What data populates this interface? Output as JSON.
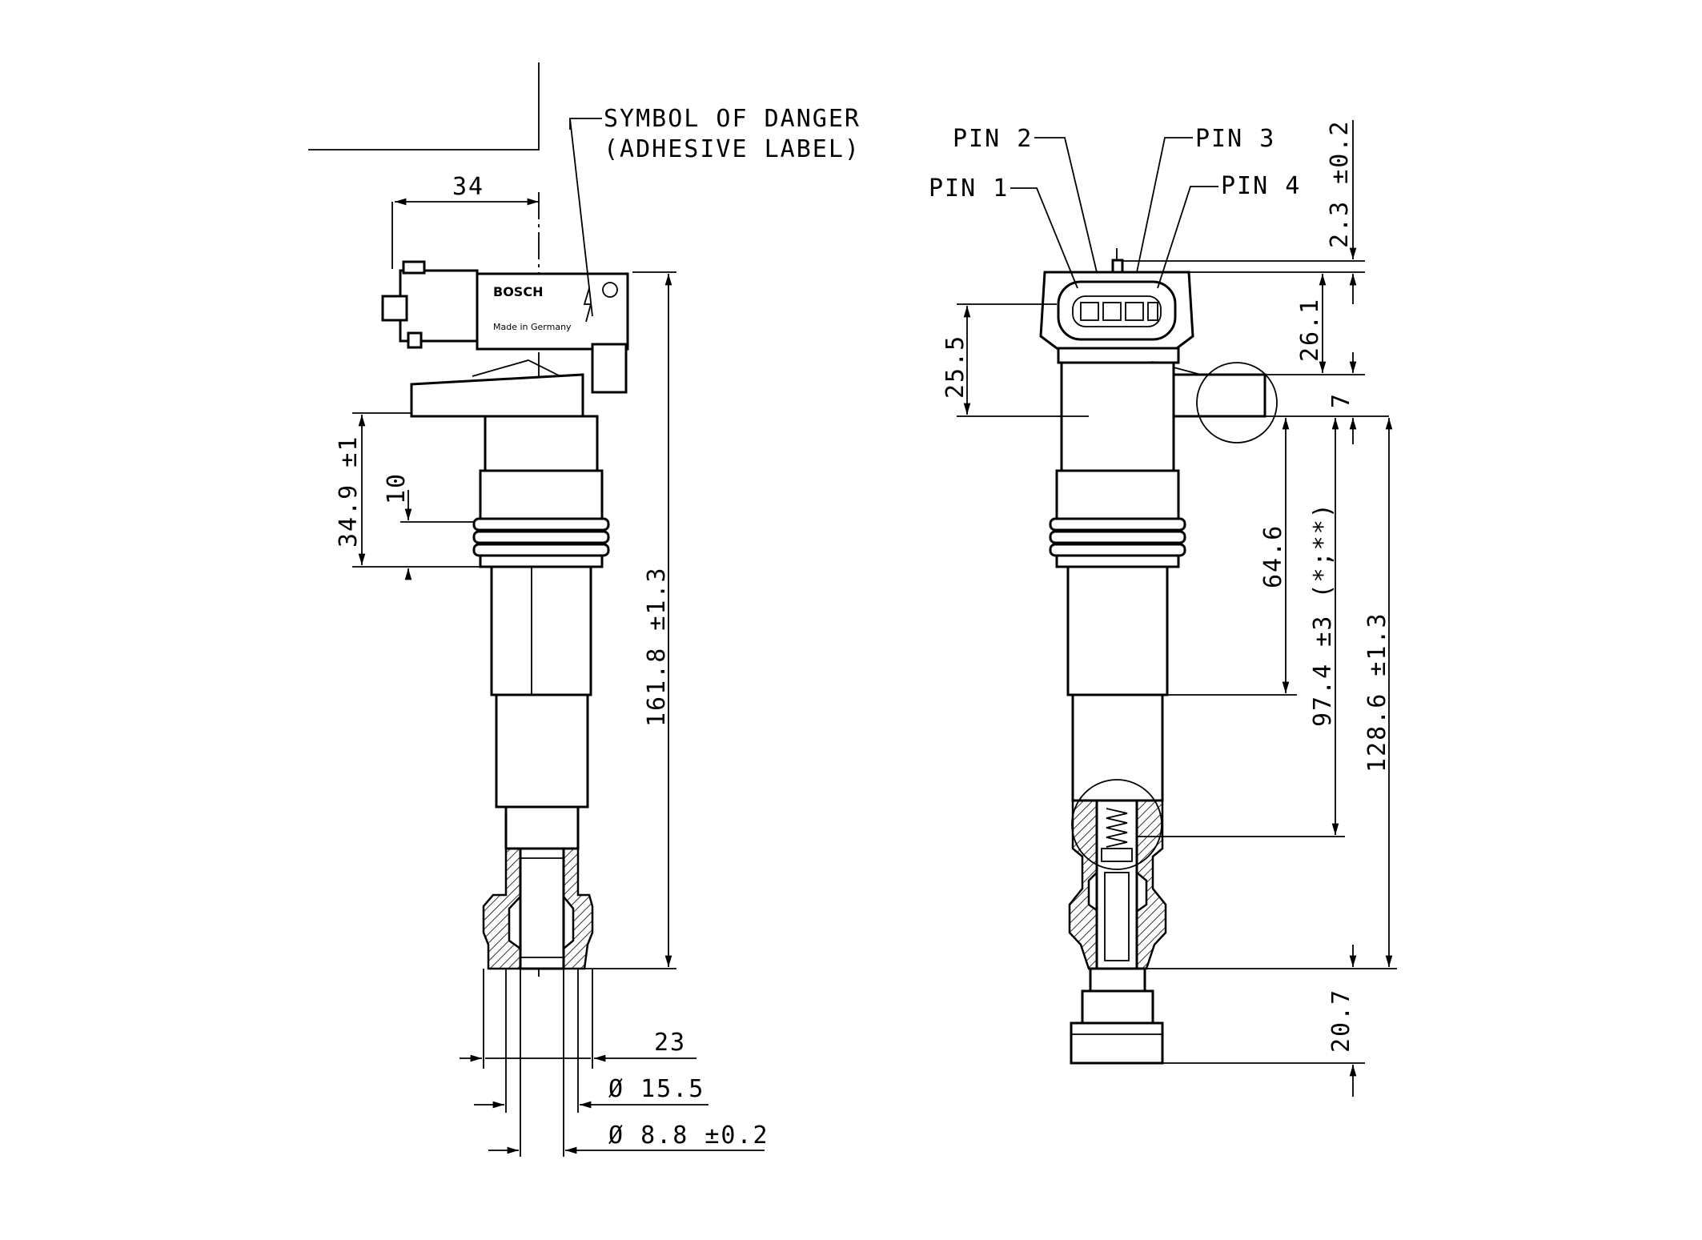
{
  "drawing": {
    "annotations": {
      "danger_line1": "SYMBOL OF DANGER",
      "danger_line2": "(ADHESIVE LABEL)",
      "pin1": "PIN 1",
      "pin2": "PIN 2",
      "pin3": "PIN 3",
      "pin4": "PIN 4",
      "brand": "BOSCH",
      "made_in": "Made in Germany"
    },
    "dimensions": {
      "connector_width": "34",
      "flange_to_groove": "34.9 ±1",
      "groove": "10",
      "overall_length": "161.8 ±1.3",
      "width_23": "23",
      "dia_15_5": "Ø 15.5",
      "dia_8_8": "Ø 8.8 ±0.2",
      "pin_offset": "2.3 ±0.2",
      "connector_height": "25.5",
      "top_to_flange": "26.1",
      "flange_thickness": "7",
      "flange_to_step": "64.6",
      "flange_to_spring": "97.4 ±3 (*;**)",
      "flange_to_tip": "128.6 ±1.3",
      "tip_length": "20.7"
    }
  }
}
